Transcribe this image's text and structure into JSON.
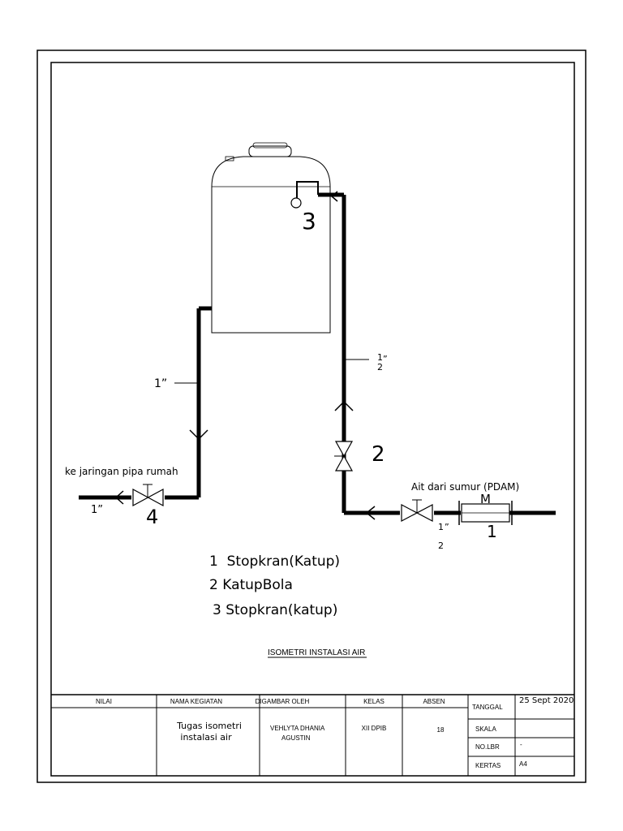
{
  "drawing": {
    "title": "ISOMETRI INSTALASI AIR",
    "labels": {
      "tank_marker": "3",
      "valve_2_marker": "2",
      "valve_4_marker": "4",
      "meter_marker_top": "M",
      "meter_marker_bottom": "1",
      "pipe_left_size": "1”",
      "pipe_right_size_num": "1",
      "pipe_right_size_den": "2",
      "pipe_right_size_suffix": "”",
      "pipe_bottom_left_size": "1”",
      "pipe_meter_size_num": "1",
      "pipe_meter_size_den": "2",
      "pipe_meter_size_suffix": "”",
      "outlet_text": "ke jaringan pipa rumah",
      "inlet_text": "Ait dari sumur (PDAM)"
    },
    "legend": [
      "1  Stopkran(Katup)",
      "2 KatupBola",
      "3 Stopkran(katup)"
    ]
  },
  "title_block": {
    "headers": {
      "nilai": "NILAI",
      "nama_kegiatan": "NAMA KEGIATAN",
      "digambar_oleh": "DIGAMBAR OLEH",
      "kelas": "KELAS",
      "absen": "ABSEN"
    },
    "values": {
      "nama_kegiatan_1": "Tugas isometri",
      "nama_kegiatan_2": "instalasi air",
      "digambar_oleh_1": "VEHLYTA DHANIA",
      "digambar_oleh_2": "AGUSTIN",
      "kelas": "XII DPIB",
      "absen": "18"
    },
    "side": {
      "tanggal_label": "TANGGAL",
      "tanggal_value": "25 Sept 2020",
      "skala_label": "SKALA",
      "skala_value": "",
      "nolbr_label": "NO.LBR",
      "nolbr_value": "-",
      "kertas_label": "KERTAS",
      "kertas_value": "A4"
    }
  }
}
